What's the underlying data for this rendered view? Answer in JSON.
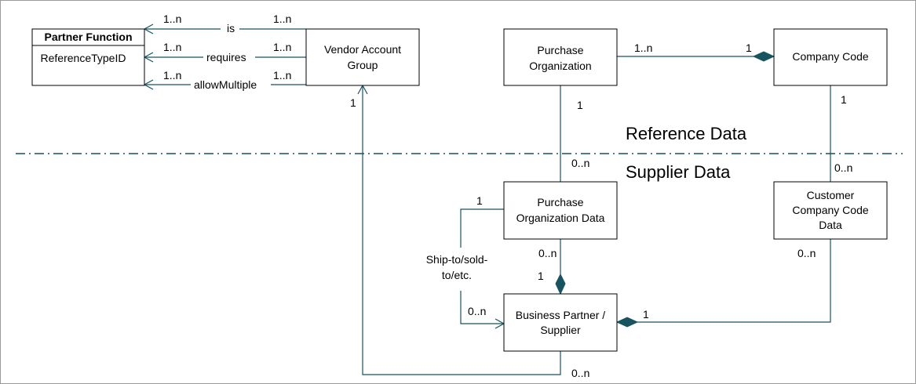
{
  "classes": {
    "partner_function": {
      "title": "Partner Function",
      "attribute": "ReferenceTypeID"
    },
    "vendor_account_group": {
      "line1": "Vendor Account",
      "line2": "Group"
    },
    "purchase_organization": {
      "line1": "Purchase",
      "line2": "Organization"
    },
    "company_code": {
      "label": "Company Code"
    },
    "purchase_organization_data": {
      "line1": "Purchase",
      "line2": "Organization Data"
    },
    "customer_company_code_data": {
      "line1": "Customer",
      "line2": "Company Code",
      "line3": "Data"
    },
    "business_partner": {
      "line1": "Business Partner /",
      "line2": "Supplier"
    }
  },
  "regions": {
    "reference": "Reference Data",
    "supplier": "Supplier Data"
  },
  "associations": {
    "is": {
      "label": "is",
      "mult_left": "1..n",
      "mult_right": "1..n"
    },
    "requires": {
      "label": "requires",
      "mult_left": "1..n",
      "mult_right": "1..n"
    },
    "allow_multiple": {
      "label": "allowMultiple",
      "mult_left": "1..n",
      "mult_right": "1..n"
    },
    "vag_bp": {
      "mult_vag": "1",
      "mult_bp": "0..n"
    },
    "po_cc": {
      "mult_po": "1..n",
      "mult_cc": "1"
    },
    "po_pod": {
      "mult_po": "1",
      "mult_pod": "0..n"
    },
    "cc_ccd": {
      "mult_cc": "1",
      "mult_ccd": "0..n"
    },
    "pod_bp_comp": {
      "mult_pod": "0..n",
      "mult_bp": "1"
    },
    "ship_to": {
      "label1": "Ship-to/sold-",
      "label2": "to/etc.",
      "mult_pod": "1",
      "mult_bp": "0..n"
    },
    "ccd_bp": {
      "mult_ccd": "0..n",
      "mult_bp": "1"
    }
  }
}
